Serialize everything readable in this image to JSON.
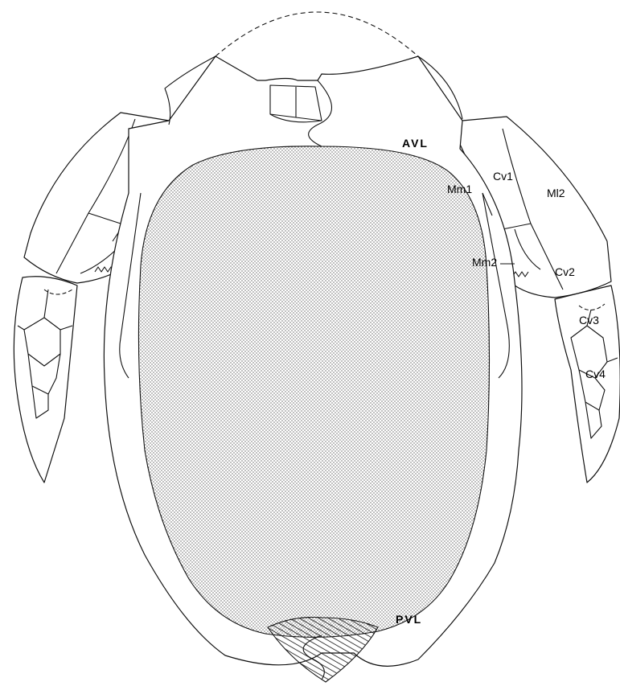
{
  "labels": {
    "avl": "AVL",
    "pvl": "PVL",
    "cv1": "Cv1",
    "cv2": "Cv2",
    "cv3": "Cv3",
    "cv4": "Cv4",
    "mm1": "Mm1",
    "mm2": "Mm2",
    "ml2": "Ml2"
  },
  "colors": {
    "line": "#111111",
    "stipple": "#222222",
    "background": "#ffffff"
  }
}
